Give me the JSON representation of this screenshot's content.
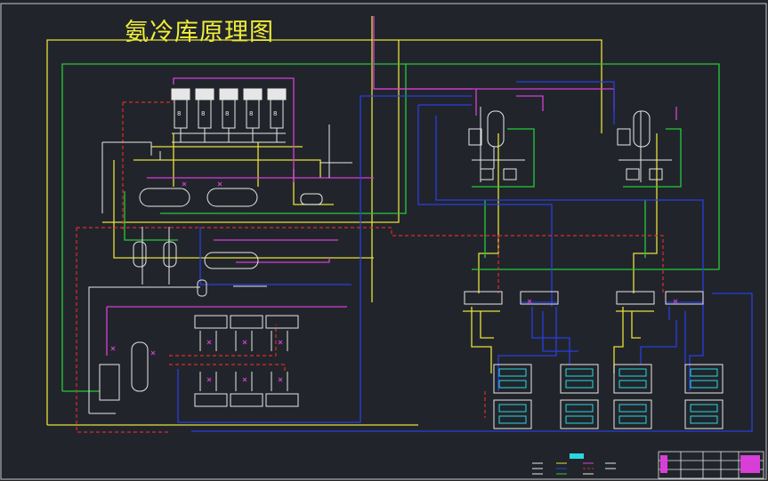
{
  "drawing": {
    "title": "氨冷库原理图"
  },
  "colors": {
    "background": "#21252b",
    "frame": "#c8c8c8",
    "title_text": "#f2ee3a",
    "yellow_line": "#e8e03a",
    "green_line": "#25c93a",
    "magenta_line": "#d83fd8",
    "blue_line": "#2a3ee0",
    "red_dashed_line": "#e02a2a",
    "white_line": "#e6e6e6",
    "cyan_unit": "#2ad8e0"
  },
  "components": {
    "compressor_count": 5,
    "separator_stations": 2,
    "distribution_manifolds": 4,
    "evaporator_units": 8
  }
}
